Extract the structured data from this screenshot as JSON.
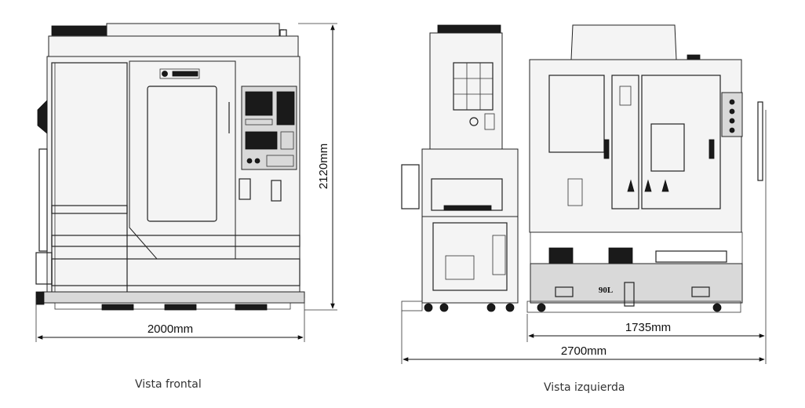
{
  "dimensions": {
    "front_width": "2000mm",
    "front_height": "2120mm",
    "side_depth_base": "1735mm",
    "side_depth_total": "2700mm"
  },
  "labels": {
    "tank_capacity": "90L"
  },
  "captions": {
    "front_view": "Vista frontal",
    "left_view": "Vista izquierda"
  },
  "colors": {
    "line": "#222222",
    "text": "#111111",
    "caption": "#333333"
  }
}
